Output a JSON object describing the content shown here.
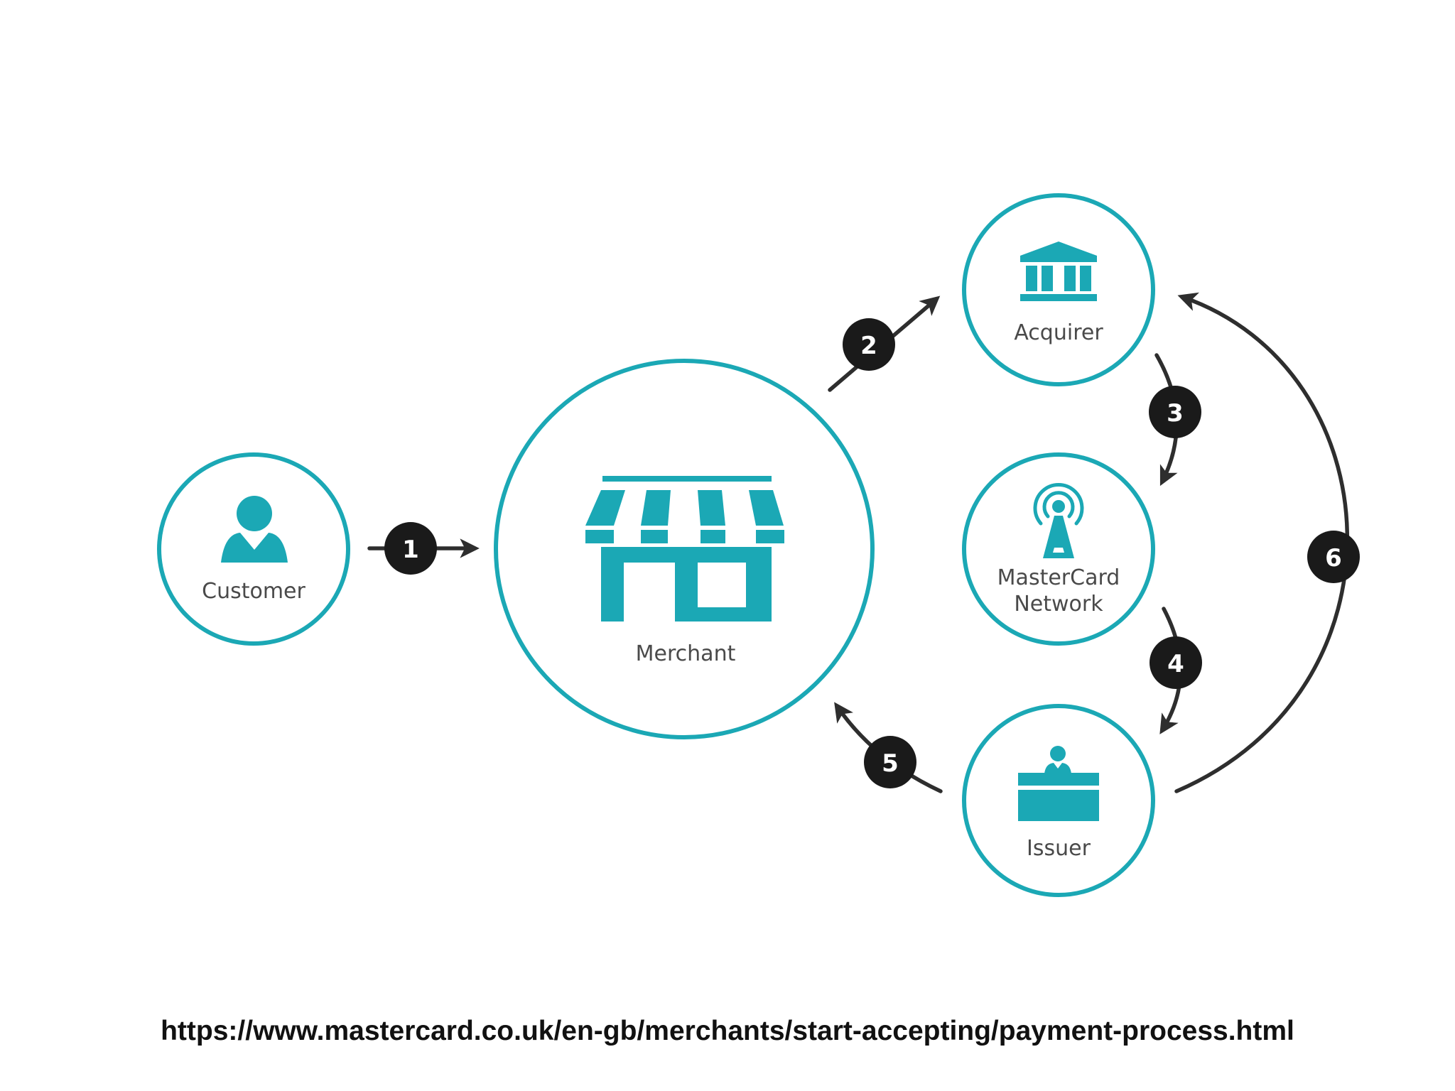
{
  "colors": {
    "accent": "#1ba8b5",
    "arrow": "#2e2e2e",
    "badge": "#1a1a1a"
  },
  "nodes": {
    "customer": {
      "label": "Customer",
      "icon": "person-icon"
    },
    "merchant": {
      "label": "Merchant",
      "icon": "storefront-icon"
    },
    "acquirer": {
      "label": "Acquirer",
      "icon": "bank-icon"
    },
    "network": {
      "label_line1": "MasterCard",
      "label_line2": "Network",
      "icon": "antenna-tower-icon"
    },
    "issuer": {
      "label": "Issuer",
      "icon": "clerk-desk-icon"
    }
  },
  "steps": [
    "1",
    "2",
    "3",
    "4",
    "5",
    "6"
  ],
  "source_url": "https://www.mastercard.co.uk/en-gb/merchants/start-accepting/payment-process.html"
}
